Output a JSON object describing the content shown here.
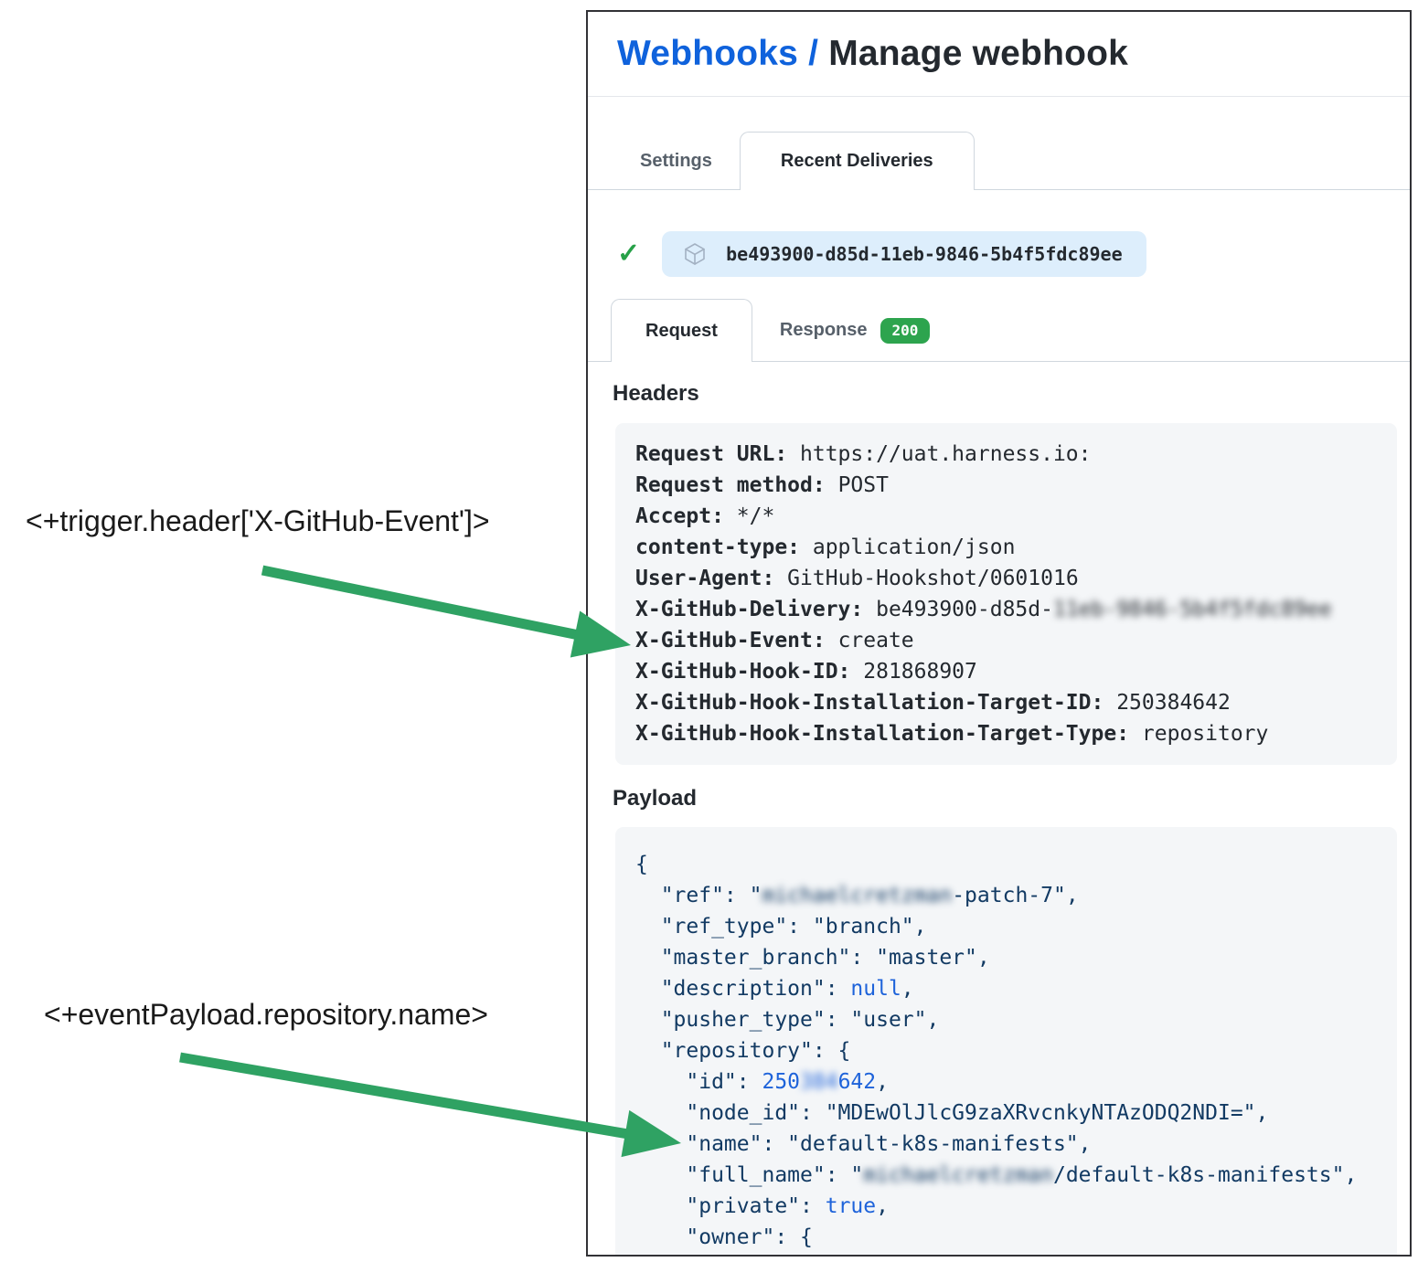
{
  "palette": {
    "link_blue": "#0f62dc",
    "text_dark": "#24292f",
    "tab_text": "#57606a",
    "border_gray": "#d0d7de",
    "divider_light": "#e4e7eb",
    "pill_bg": "#ddeefc",
    "pill_icon": "#a3b1c2",
    "check_green": "#27a148",
    "badge_green": "#2da44e",
    "code_bg": "#f4f6f8",
    "json_navy": "#123a63",
    "json_blue": "#1e63da",
    "arrow_green": "#2fa263"
  },
  "header": {
    "breadcrumb_link": "Webhooks / ",
    "title_current": "Manage webhook"
  },
  "main_tabs": {
    "settings": "Settings",
    "recent_deliveries": "Recent Deliveries"
  },
  "delivery": {
    "id": "be493900-d85d-11eb-9846-5b4f5fdc89ee",
    "status": "success"
  },
  "detail_tabs": {
    "request": "Request",
    "response": "Response",
    "response_status": "200"
  },
  "request": {
    "headers_heading": "Headers",
    "headers": [
      {
        "key": "Request URL:",
        "value": "https://uat.harness.io:"
      },
      {
        "key": "Request method:",
        "value": "POST"
      },
      {
        "key": "Accept:",
        "value": "*/*"
      },
      {
        "key": "content-type:",
        "value": "application/json"
      },
      {
        "key": "User-Agent:",
        "value": "GitHub-Hookshot/0601016"
      },
      {
        "key": "X-GitHub-Delivery:",
        "value": "be493900-d85d-",
        "redacted": "11eb-9846-5b4f5fdc89ee"
      },
      {
        "key": "X-GitHub-Event:",
        "value": "create"
      },
      {
        "key": "X-GitHub-Hook-ID:",
        "value": "281868907"
      },
      {
        "key": "X-GitHub-Hook-Installation-Target-ID:",
        "value": "250384642"
      },
      {
        "key": "X-GitHub-Hook-Installation-Target-Type:",
        "value": "repository"
      }
    ],
    "payload_heading": "Payload",
    "payload_lines": [
      [
        {
          "t": "{"
        }
      ],
      [
        {
          "t": "  \"ref\": \""
        },
        {
          "t": "michaelcretzman",
          "blur": true
        },
        {
          "t": "-patch-7\","
        }
      ],
      [
        {
          "t": "  \"ref_type\": \"branch\","
        }
      ],
      [
        {
          "t": "  \"master_branch\": \"master\","
        }
      ],
      [
        {
          "t": "  \"description\": "
        },
        {
          "t": "null",
          "c": "l"
        },
        {
          "t": ","
        }
      ],
      [
        {
          "t": "  \"pusher_type\": \"user\","
        }
      ],
      [
        {
          "t": "  \"repository\": {"
        }
      ],
      [
        {
          "t": "    \"id\": "
        },
        {
          "t": "250",
          "c": "l"
        },
        {
          "t": "384",
          "c": "l",
          "blur": true
        },
        {
          "t": "642",
          "c": "l"
        },
        {
          "t": ","
        }
      ],
      [
        {
          "t": "    \"node_id\": \"MDEwOlJlcG9zaXRvcnkyNTAzODQ2NDI=\","
        }
      ],
      [
        {
          "t": "    \"name\": \"default-k8s-manifests\","
        }
      ],
      [
        {
          "t": "    \"full_name\": \""
        },
        {
          "t": "michaelcretzman",
          "blur": true
        },
        {
          "t": "/default-k8s-manifests\","
        }
      ],
      [
        {
          "t": "    \"private\": "
        },
        {
          "t": "true",
          "c": "l"
        },
        {
          "t": ","
        }
      ],
      [
        {
          "t": "    \"owner\": {"
        }
      ]
    ]
  },
  "annotations": [
    {
      "text": "<+trigger.header['X-GitHub-Event']>"
    },
    {
      "text": "<+eventPayload.repository.name>"
    }
  ]
}
